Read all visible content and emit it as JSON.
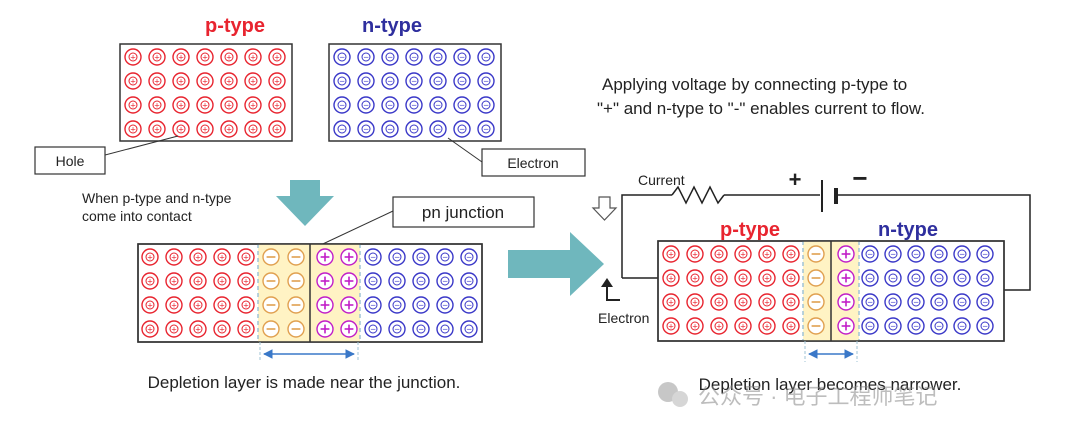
{
  "left": {
    "p_title": "p-type",
    "n_title": "n-type",
    "hole_label": "Hole",
    "electron_label": "Electron",
    "contact_text_line1": "When p-type and n-type",
    "contact_text_line2": "come into contact",
    "junction_label": "pn junction",
    "caption": "Depletion layer is made near the junction."
  },
  "right": {
    "note_line1": "Applying voltage by connecting p-type to",
    "note_line2": "\"+\" and n-type to \"-\" enables current to flow.",
    "current_label": "Current",
    "plus_sign": "+",
    "minus_sign": "−",
    "p_title": "p-type",
    "n_title": "n-type",
    "electron_label": "Electron",
    "caption": "Depletion layer becomes narrower."
  },
  "watermark": "公众号 · 电子工程师笔记",
  "colors": {
    "p_red": "#e8242f",
    "n_blue": "#2f2f9e",
    "carrier_blue": "#3a38c8",
    "plus_magenta": "#c11ec8",
    "minus_orange": "#e0a050",
    "depletion_fill": "#fff3c4",
    "arrow_teal": "#6fb7bd",
    "span_arrow": "#3a78c8"
  },
  "glyphs": {
    "hole": "⊕",
    "electron": "⊖"
  }
}
